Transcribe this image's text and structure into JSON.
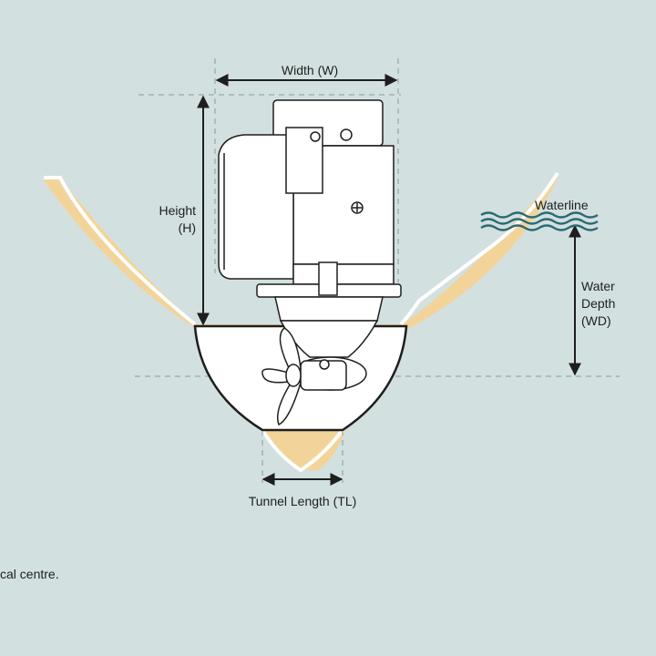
{
  "labels": {
    "width": "Width (W)",
    "height_line1": "Height",
    "height_line2": "(H)",
    "waterline": "Waterline",
    "water_depth_line1": "Water",
    "water_depth_line2": "Depth",
    "water_depth_line3": "(WD)",
    "tunnel_length": "Tunnel Length (TL)",
    "footnote": "cal centre."
  },
  "colors": {
    "background": "#d3e0e0",
    "hull": "#f2d49a",
    "hull_edge": "#ffffff",
    "thruster_body": "#ffffff",
    "outline": "#1e1e1e",
    "guide_dash": "#8a9a9a",
    "waterline_waves": "#2b6b74"
  },
  "icons": {
    "width_arrow": "double-arrow-horizontal",
    "height_arrow": "double-arrow-vertical",
    "depth_arrow": "double-arrow-vertical",
    "tunnel_arrow": "double-arrow-horizontal",
    "waves": "waves-icon",
    "propeller": "propeller-icon"
  }
}
